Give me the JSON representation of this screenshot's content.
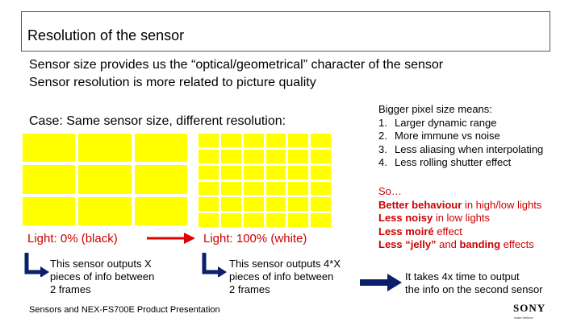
{
  "slide": {
    "title": "Resolution of the sensor",
    "line1": "Sensor size provides us the “optical/geometrical” character of the sensor",
    "line2": "Sensor resolution is more related to picture quality",
    "case_label": "Case: Same sensor size, different resolution:",
    "light_black": "Light: 0% (black)",
    "light_white": "Light: 100% (white)",
    "output_left": [
      "This sensor outputs X",
      "pieces of info between",
      "2 frames"
    ],
    "output_right": [
      "This sensor outputs 4*X",
      "pieces of info between",
      "2 frames"
    ],
    "bigger_pixel_heading": "Bigger pixel size means:",
    "bigger_pixel_items": [
      {
        "num": "1.",
        "text": "Larger dynamic range"
      },
      {
        "num": "2.",
        "text": "More immune vs noise"
      },
      {
        "num": "3.",
        "text": "Less aliasing when interpolating"
      },
      {
        "num": "4.",
        "text": "Less rolling shutter effect"
      }
    ],
    "so_line0": "So…",
    "so_line1_bold": "Better behaviour",
    "so_line1_rest": " in high/low lights",
    "so_line2_bold": "Less noisy",
    "so_line2_rest": " in low lights",
    "so_line3_pre": "Less ",
    "so_line3_bold": "moiré",
    "so_line3_rest": " effect",
    "so_line4_pre": "Less ",
    "so_line4_bold": "“jelly”",
    "so_line4_mid": " and ",
    "so_line4_bold2": "banding",
    "so_line4_rest": " effects",
    "takes_time": [
      "It takes 4x time to output",
      "the info on the second sensor"
    ],
    "footer": "Sensors and NEX-FS700E Product Presentation",
    "logo": "SONY",
    "logo_sub": "make.believe"
  },
  "colors": {
    "yellow": "#ffff00",
    "red": "#cc0000",
    "arrow_red": "#e00000",
    "navy": "#0b1f6b"
  }
}
